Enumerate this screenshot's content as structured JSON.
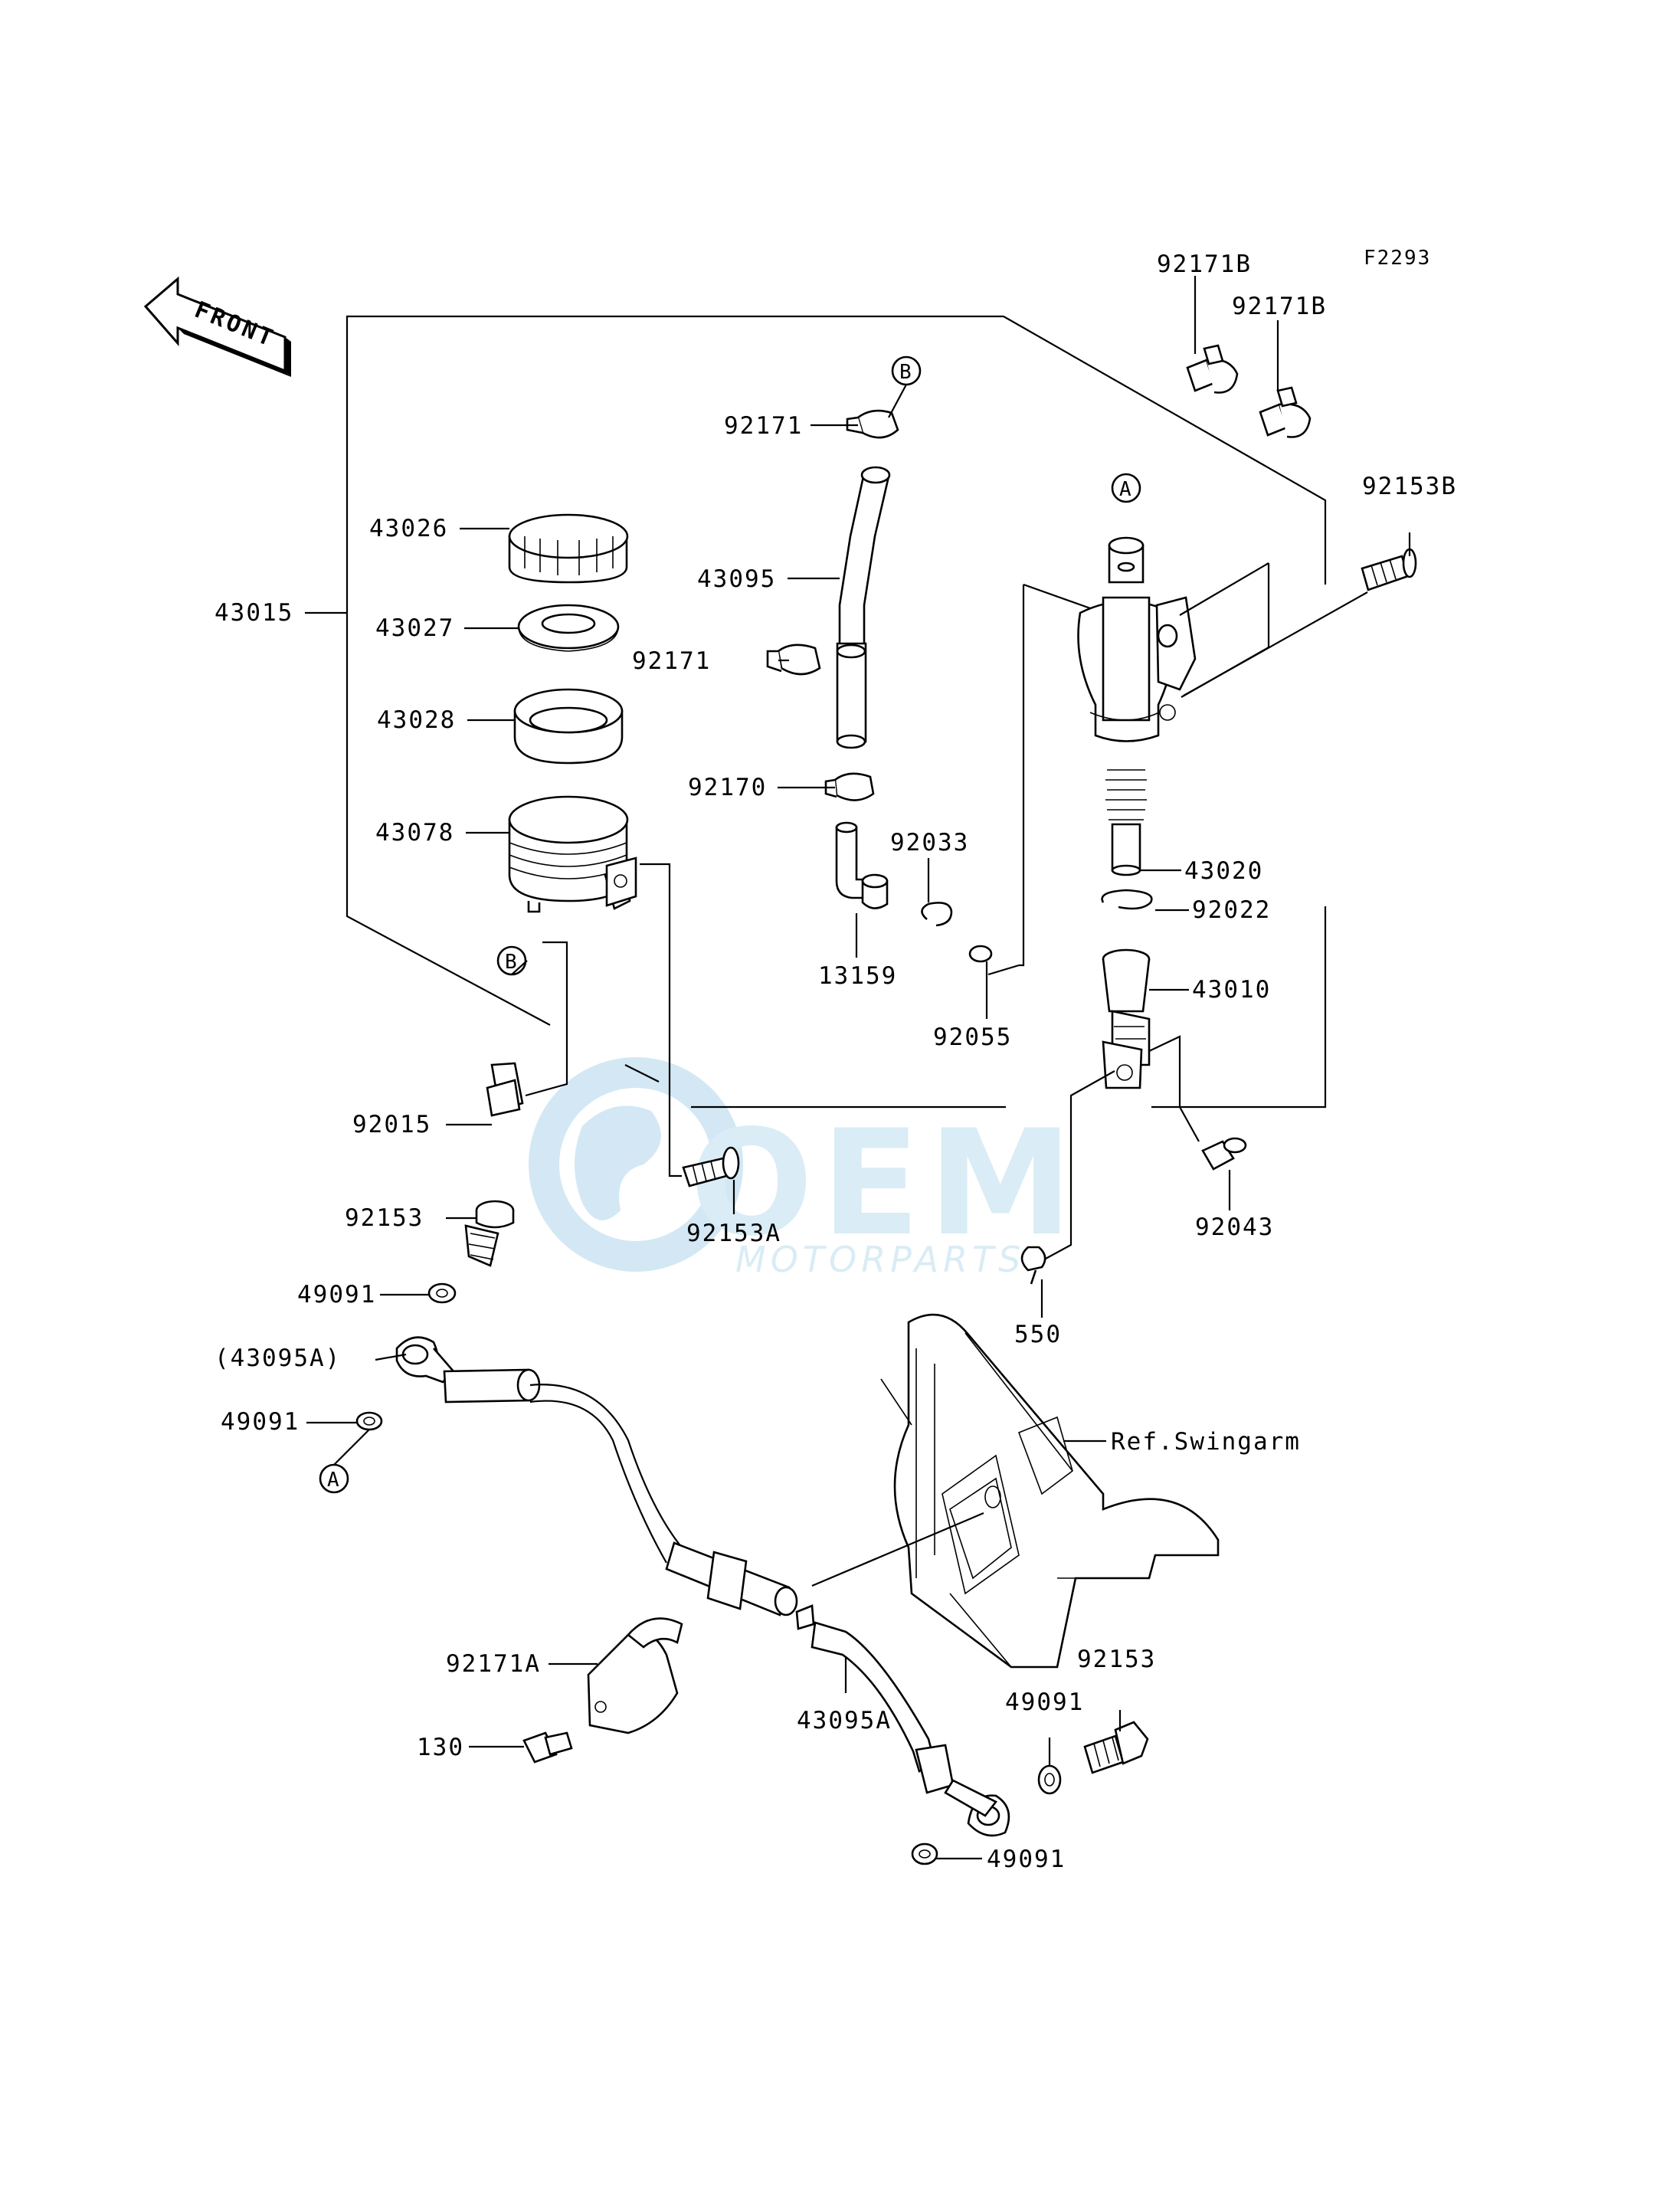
{
  "diagram_code": "F2293",
  "front_label": "FRONT",
  "watermark": {
    "brand": "OEM",
    "sub": "MOTORPARTS",
    "color": "#cfe6f3"
  },
  "callouts": {
    "A": "A",
    "B": "B"
  },
  "parts": {
    "p92171B_1": "92171B",
    "p92171B_2": "92171B",
    "p92153B": "92153B",
    "p92171_top": "92171",
    "p43026": "43026",
    "p43095": "43095",
    "p43015": "43015",
    "p43027": "43027",
    "p92171_mid": "92171",
    "p43028": "43028",
    "p92170": "92170",
    "p43078": "43078",
    "p92033": "92033",
    "p43020": "43020",
    "p92022": "92022",
    "p13159": "13159",
    "p43010": "43010",
    "p92055": "92055",
    "p92015": "92015",
    "p92043": "92043",
    "p92153_a": "92153",
    "p92153A": "92153A",
    "p49091_a": "49091",
    "p550": "550",
    "p43095A_paren": "(43095A)",
    "p49091_b": "49091",
    "ref_swingarm": "Ref.Swingarm",
    "p92153_b": "92153",
    "p92171A": "92171A",
    "p49091_c": "49091",
    "p43095A": "43095A",
    "p130": "130",
    "p49091_d": "49091"
  }
}
